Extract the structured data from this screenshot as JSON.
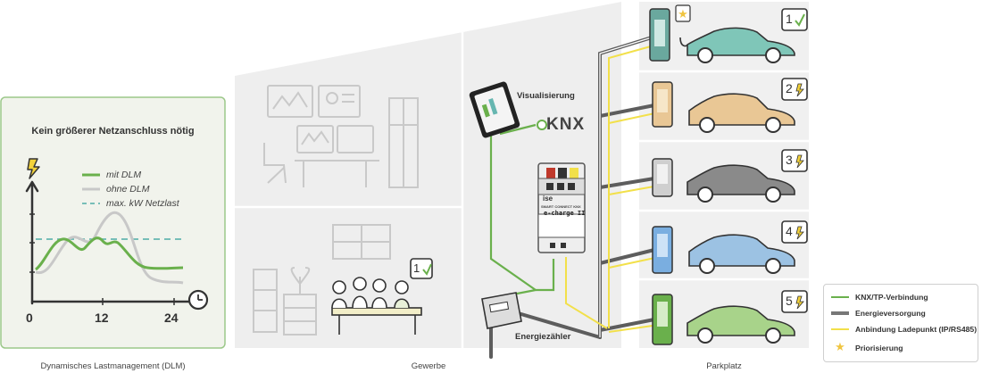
{
  "dlm_panel": {
    "title": "Kein größerer Netzanschluss nötig",
    "legend": [
      "mit DLM",
      "ohne DLM",
      "max. kW Netzlast"
    ],
    "x_ticks": [
      "0",
      "12",
      "24"
    ],
    "caption": "Dynamisches Lastmanagement (DLM)"
  },
  "gewerbe": {
    "caption": "Gewerbe",
    "visualisierung": "Visualisierung",
    "knx": "KNX",
    "device_brand": "ise",
    "device_subtitle": "SMART CONNECT KNX",
    "device_name": "e-charge II",
    "energiezaehler": "Energiezähler",
    "meeting_badge": "1"
  },
  "parkplatz": {
    "caption": "Parkplatz",
    "badges": [
      "1",
      "2",
      "3",
      "4",
      "5"
    ]
  },
  "legend": {
    "items": [
      {
        "label": "KNX/TP-Verbindung",
        "color": "#6ab04c"
      },
      {
        "label": "Energieversorgung",
        "color": "#777777"
      },
      {
        "label": "Anbindung Ladepunkt (IP/RS485)",
        "color": "#f2e04a"
      },
      {
        "label": "Priorisierung",
        "color": "#f0c541"
      }
    ]
  },
  "colors": {
    "green": "#6ab04c",
    "panel_bg": "#f1f3ec",
    "panel_border": "#9cc88a",
    "parking_bg": "#f0f0f0",
    "car1": "#7fc6b8",
    "car2": "#e9c795",
    "car3": "#8a8a8a",
    "car4": "#9cc2e3",
    "car5": "#a8d38a"
  }
}
